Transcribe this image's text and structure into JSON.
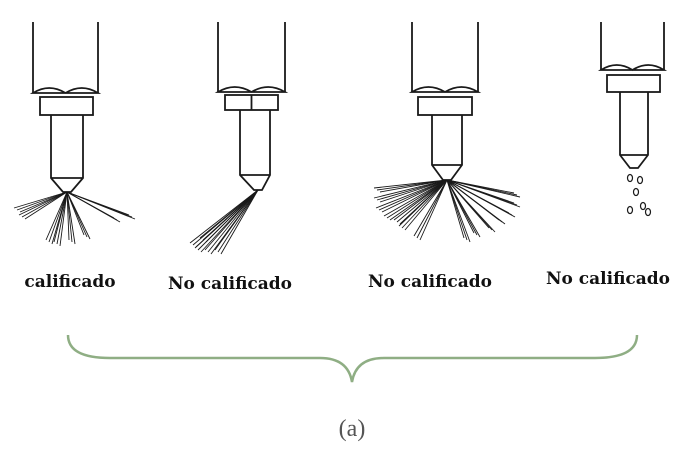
{
  "labels": [
    "calificado",
    "No calificado",
    "No calificado",
    "No calificado"
  ],
  "caption": "(a)",
  "colors": {
    "line": "#1a1a1a",
    "brace": "#8fae84"
  }
}
